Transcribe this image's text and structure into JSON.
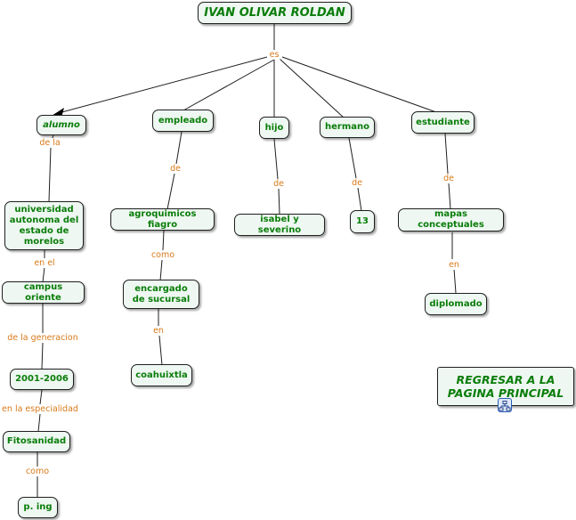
{
  "nodes": {
    "root": "IVAN OLIVAR ROLDAN",
    "alumno": "alumno",
    "empleado": "empleado",
    "hijo": "hijo",
    "hermano": "hermano",
    "estudiante": "estudiante",
    "universidad": "universidad autonoma del estado de morelos",
    "campus": "campus oriente",
    "years": "2001-2006",
    "fitosanidad": "Fitosanidad",
    "ping": "p. ing",
    "agroquimicos": "agroquimicos fiagro",
    "encargado": "encargado de sucursal",
    "coahuixtla": "coahuixtla",
    "isabel": "isabel y severino",
    "trece": "13",
    "mapas": "mapas conceptuales",
    "diplomado": "diplomado",
    "regresar": "REGRESAR A LA PAGINA PRINCIPAL"
  },
  "links": {
    "es": "es",
    "de_la": "de la",
    "en_el": "en el",
    "de_la_generacion": "de la generacion",
    "en_la_especialidad": "en la especialidad",
    "como_1": "como",
    "de_empleado": "de",
    "como_2": "como",
    "en_1": "en",
    "de_hijo": "de",
    "de_hermano": "de",
    "de_estudiante": "de",
    "en_2": "en"
  },
  "colors": {
    "node_text": "#0a7d0a",
    "link_text": "#d97a1a",
    "node_fill": "#eef7f1",
    "border": "#1f1f1f"
  },
  "icons": [
    "concept-map-icon",
    "arrowhead-icon"
  ]
}
